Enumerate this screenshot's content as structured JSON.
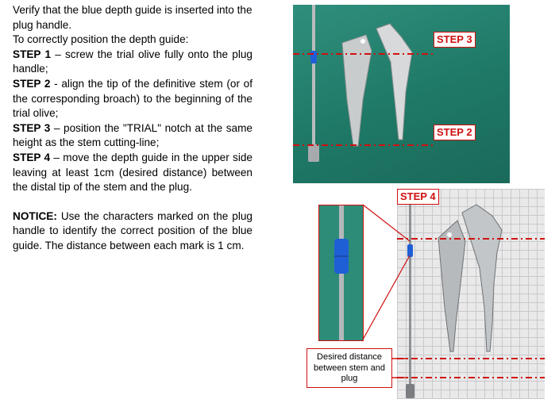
{
  "instructions": {
    "intro": "Verify that the blue depth guide is inserted into the plug handle.",
    "position_intro": "To correctly position the depth guide:",
    "steps": [
      {
        "label": "STEP 1",
        "text": " – screw the trial olive fully onto the plug handle;"
      },
      {
        "label": "STEP 2",
        "text": " - align the tip of the definitive stem (or of the corresponding broach) to the beginning of the trial olive;"
      },
      {
        "label": "STEP 3",
        "text": " – position the \"TRIAL\" notch at the same height as the stem cutting-line;"
      },
      {
        "label": "STEP 4",
        "text": " – move the depth guide in the upper side leaving at least 1cm (desired distance) between the distal tip of the stem and the plug."
      }
    ],
    "notice_label": "NOTICE:",
    "notice_text": " Use the characters marked on the plug handle to identify the correct position of the blue guide. The distance between each mark is 1 cm."
  },
  "figure": {
    "step3_label": "STEP 3",
    "step2_label": "STEP 2",
    "step4_label": "STEP 4",
    "desired_distance_label": "Desired distance between stem and plug",
    "annotation_color": "#d01010",
    "guide_color": "#1f5fd6"
  }
}
